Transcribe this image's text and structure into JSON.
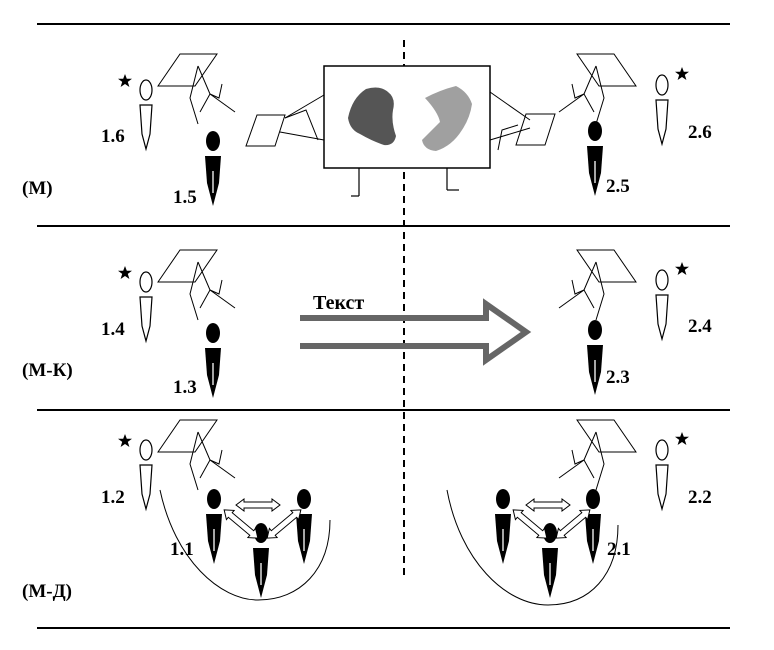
{
  "sections": [
    {
      "label": "(М)"
    },
    {
      "label": "(М-К)"
    },
    {
      "label": "(М-Д)"
    }
  ],
  "arrow_label": "Текст",
  "labels": {
    "l16": "1.6",
    "l15": "1.5",
    "l26": "2.6",
    "l25": "2.5",
    "l14": "1.4",
    "l13": "1.3",
    "l24": "2.4",
    "l23": "2.3",
    "l12": "1.2",
    "l11": "1.1",
    "l22": "2.2",
    "l21": "2.1"
  },
  "colors": {
    "blob_left": "#555555",
    "blob_right": "#a0a0a0",
    "arrow_stroke": "#666666"
  }
}
